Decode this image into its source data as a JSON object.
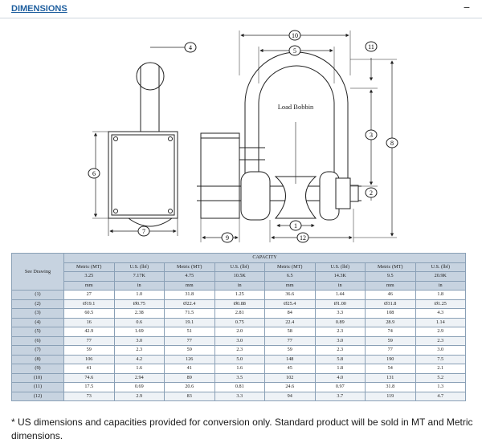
{
  "section": {
    "title": "DIMENSIONS",
    "collapse_symbol": "−"
  },
  "drawing": {
    "callout_label": "Load Bobbin",
    "callouts": [
      "1",
      "2",
      "3",
      "4",
      "5",
      "6",
      "7",
      "8",
      "9",
      "10",
      "11",
      "12"
    ]
  },
  "table": {
    "capacity_header": "CAPACITY",
    "see_drawing_header": "See Drawing",
    "groups": [
      {
        "metric_label": "Metric (MT)",
        "us_label": "U.S. (lbf)",
        "metric_cap": "3.25",
        "us_cap": "7.17K",
        "metric_unit": "mm",
        "us_unit": "in"
      },
      {
        "metric_label": "Metric (MT)",
        "us_label": "U.S. (lbf)",
        "metric_cap": "4.75",
        "us_cap": "10.5K",
        "metric_unit": "mm",
        "us_unit": "in"
      },
      {
        "metric_label": "Metric (MT)",
        "us_label": "U.S. (lbf)",
        "metric_cap": "6.5",
        "us_cap": "14.3K",
        "metric_unit": "mm",
        "us_unit": "in"
      },
      {
        "metric_label": "Metric (MT)",
        "us_label": "U.S. (lbf)",
        "metric_cap": "9.5",
        "us_cap": "20.9K",
        "metric_unit": "mm",
        "us_unit": "in"
      }
    ],
    "rows": [
      {
        "label": "(1)",
        "values": [
          "27",
          "1.0",
          "31.8",
          "1.25",
          "36.6",
          "1.44",
          "46",
          "1.8"
        ]
      },
      {
        "label": "(2)",
        "values": [
          "Ø19.1",
          "Ø0.75",
          "Ø22.4",
          "Ø0.88",
          "Ø25.4",
          "Ø1.00",
          "Ø31.8",
          "Ø1.25"
        ]
      },
      {
        "label": "(3)",
        "values": [
          "60.5",
          "2.38",
          "71.5",
          "2.81",
          "84",
          "3.3",
          "108",
          "4.3"
        ]
      },
      {
        "label": "(4)",
        "values": [
          "16",
          "0.6",
          "19.1",
          "0.75",
          "22.4",
          "0.89",
          "28.9",
          "1.14"
        ]
      },
      {
        "label": "(5)",
        "values": [
          "42.9",
          "1.69",
          "51",
          "2.0",
          "58",
          "2.3",
          "74",
          "2.9"
        ]
      },
      {
        "label": "(6)",
        "values": [
          "77",
          "3.0",
          "77",
          "3.0",
          "77",
          "3.0",
          "59",
          "2.3"
        ]
      },
      {
        "label": "(7)",
        "values": [
          "59",
          "2.3",
          "59",
          "2.3",
          "59",
          "2.3",
          "77",
          "3.0"
        ]
      },
      {
        "label": "(8)",
        "values": [
          "106",
          "4.2",
          "126",
          "5.0",
          "148",
          "5.8",
          "190",
          "7.5"
        ]
      },
      {
        "label": "(9)",
        "values": [
          "41",
          "1.6",
          "41",
          "1.6",
          "45",
          "1.8",
          "54",
          "2.1"
        ]
      },
      {
        "label": "(10)",
        "values": [
          "74.6",
          "2.94",
          "89",
          "3.5",
          "102",
          "4.0",
          "131",
          "5.2"
        ]
      },
      {
        "label": "(11)",
        "values": [
          "17.5",
          "0.69",
          "20.6",
          "0.81",
          "24.6",
          "0.97",
          "31.8",
          "1.3"
        ]
      },
      {
        "label": "(12)",
        "values": [
          "73",
          "2.9",
          "83",
          "3.3",
          "94",
          "3.7",
          "119",
          "4.7"
        ]
      }
    ]
  },
  "footnote": "* US dimensions and capacities provided for conversion only. Standard product will be sold in MT and Metric dimensions."
}
